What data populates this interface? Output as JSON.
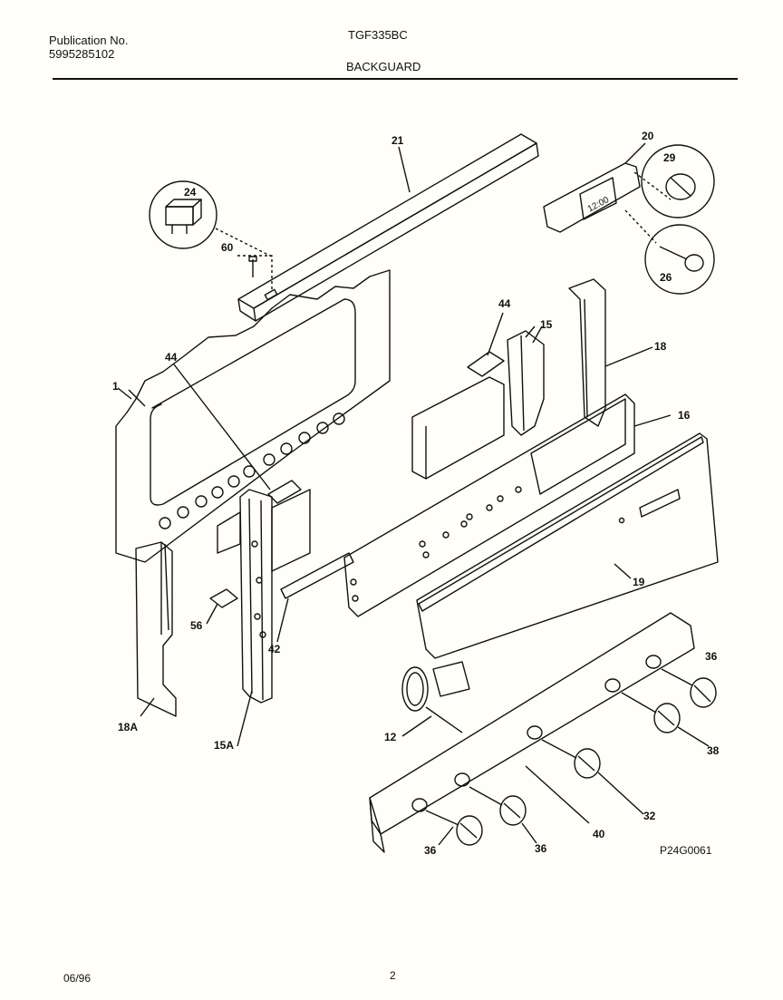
{
  "header": {
    "publication_label": "Publication No.",
    "publication_number": "5995285102",
    "model": "TGF335BC",
    "section": "BACKGUARD"
  },
  "callouts": {
    "p1": "1",
    "p12": "12",
    "p15": "15",
    "p15a": "15A",
    "p16": "16",
    "p18": "18",
    "p18a": "18A",
    "p19": "19",
    "p20": "20",
    "p21": "21",
    "p24": "24",
    "p26": "26",
    "p29": "29",
    "p32": "32",
    "p36a": "36",
    "p36b": "36",
    "p36c": "36",
    "p38": "38",
    "p40": "40",
    "p42": "42",
    "p44a": "44",
    "p44b": "44",
    "p56": "56",
    "p60": "60"
  },
  "clock_display": "12:00",
  "drawing_code": "P24G0061",
  "footer": {
    "date": "06/96",
    "page": "2"
  }
}
